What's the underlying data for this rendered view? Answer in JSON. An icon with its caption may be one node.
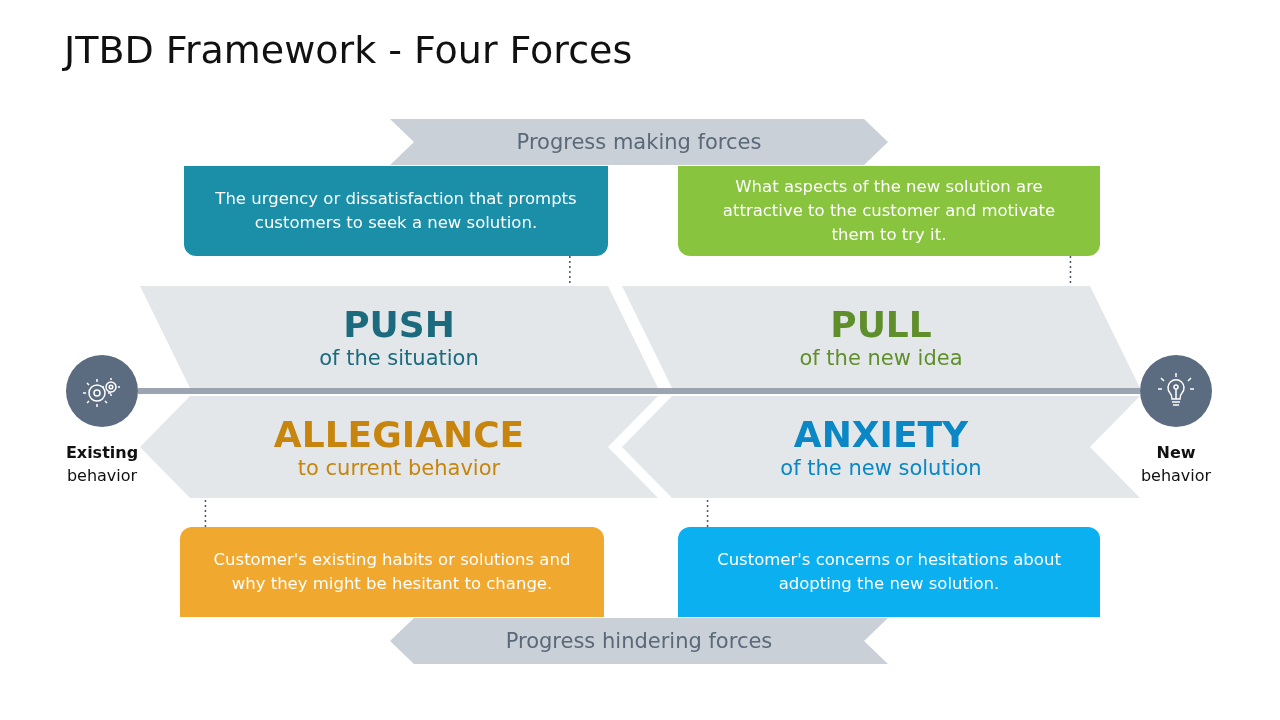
{
  "diagram": {
    "title": "JTBD Framework - Four Forces",
    "nodes": [
      {
        "text": [
          "Progress making forces"
        ]
      },
      {
        "text": [
          "The urgency or dissatisfaction that prompts customers to seek a new solution."
        ]
      },
      {
        "text": [
          "What aspects of the new solution are attractive to the customer and motivate them to try it."
        ]
      },
      {
        "text": [
          "PUSH",
          "of the situation"
        ]
      },
      {
        "text": [
          "PULL",
          "of the new idea"
        ]
      },
      {
        "text": [
          "ALLEGIANCE",
          "to current behavior"
        ]
      },
      {
        "text": [
          "ANXIETY",
          "of the new solution"
        ]
      },
      {
        "text": [],
        "shape": "circle"
      },
      {
        "text": [],
        "shape": "circle"
      },
      {
        "text": [
          "Customer's existing habits or solutions and why they might be hesitant to change."
        ]
      },
      {
        "text": [
          "Customer's concerns or hesitations about adopting the new solution."
        ]
      },
      {
        "text": [
          "Progress hindering forces"
        ]
      }
    ],
    "edges": [
      {
        "from": 1,
        "to": 3,
        "arrow": "none",
        "style": "dashed"
      },
      {
        "from": 2,
        "to": 4,
        "arrow": "none",
        "style": "dashed"
      },
      {
        "from": 9,
        "to": 5,
        "arrow": "none",
        "style": "dashed"
      },
      {
        "from": 10,
        "to": 6,
        "arrow": "none",
        "style": "dashed"
      },
      {
        "from": 7,
        "to": 8,
        "arrow": "none",
        "style": "thick"
      }
    ],
    "labels": [
      "**Existing** behavior",
      "**New** behavior"
    ]
  }
}
